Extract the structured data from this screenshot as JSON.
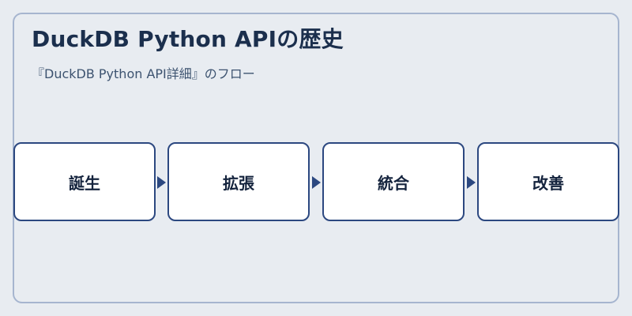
{
  "diagram": {
    "title": "DuckDB Python APIの歴史",
    "subtitle": "『DuckDB Python API詳細』のフロー",
    "steps": [
      {
        "label": "誕生"
      },
      {
        "label": "拡張"
      },
      {
        "label": "統合"
      },
      {
        "label": "改善"
      }
    ]
  },
  "colors": {
    "background": "#e8ecf1",
    "frame_border": "#a6b5cf",
    "step_border": "#2c4880",
    "title_text": "#1b2f4d"
  }
}
